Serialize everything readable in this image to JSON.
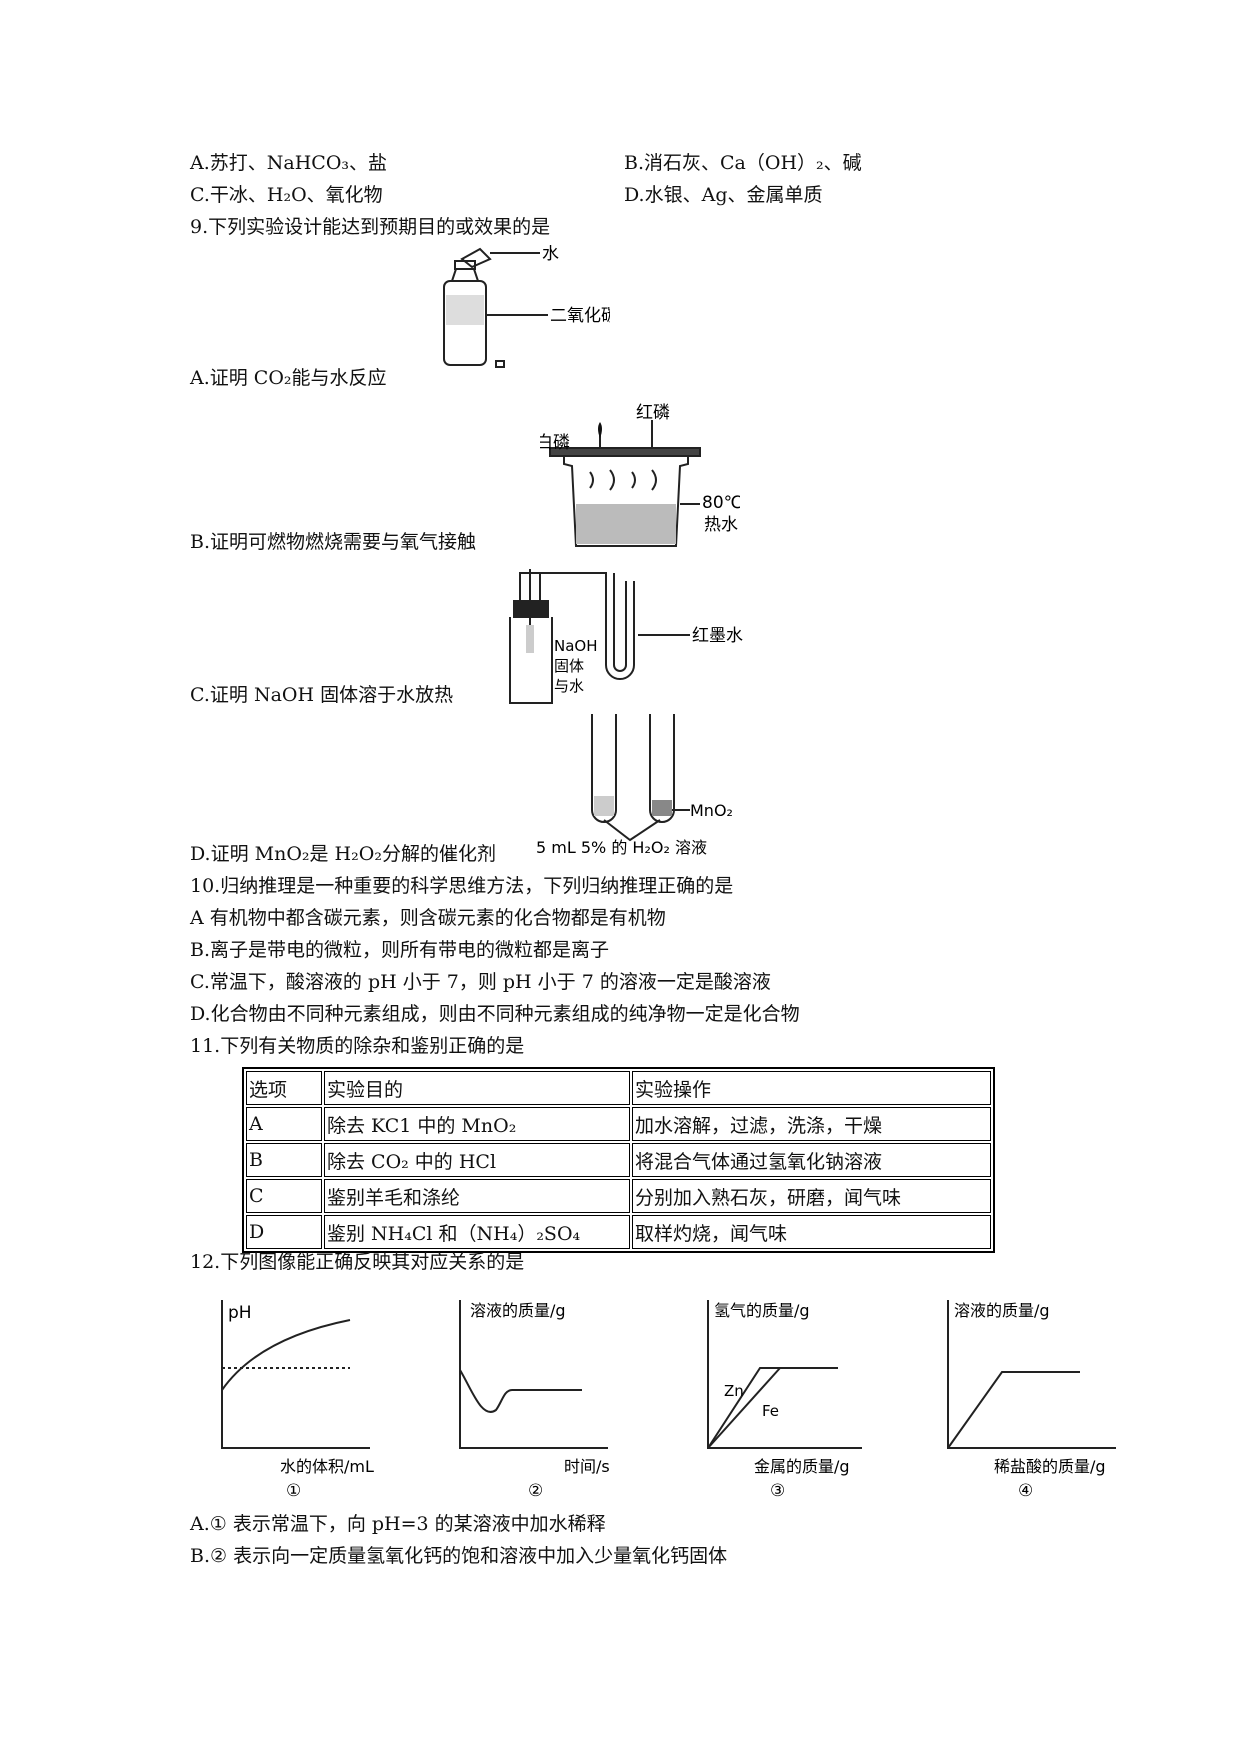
{
  "q8": {
    "a": "A.苏打、NaHCO₃、盐",
    "b": "B.消石灰、Ca（OH）₂、碱",
    "c": "C.干冰、H₂O、氧化物",
    "d": "D.水银、Ag、金属单质"
  },
  "q9": {
    "stem": "9.下列实验设计能达到预期目的或效果的是",
    "a": {
      "text": "A.证明 CO₂能与水反应",
      "labels": [
        "水",
        "二氧化碳"
      ]
    },
    "b": {
      "text": "B.证明可燃物燃烧需要与氧气接触",
      "labels": [
        "红磷",
        "白磷",
        "80℃",
        "热水"
      ]
    },
    "c": {
      "text": "C.证明 NaOH 固体溶于水放热",
      "labels": [
        "NaOH",
        "固体",
        "与水",
        "红墨水"
      ]
    },
    "d": {
      "text": "D.证明 MnO₂是 H₂O₂分解的催化剂",
      "labels": [
        "MnO₂",
        "5 mL 5% 的 H₂O₂ 溶液"
      ]
    }
  },
  "q10": {
    "stem": "10.归纳推理是一种重要的科学思维方法，下列归纳推理正确的是",
    "a": "A 有机物中都含碳元素，则含碳元素的化合物都是有机物",
    "b": "B.离子是带电的微粒，则所有带电的微粒都是离子",
    "c": "C.常温下，酸溶液的 pH 小于 7，则 pH 小于 7 的溶液一定是酸溶液",
    "d": "D.化合物由不同种元素组成，则由不同种元素组成的纯净物一定是化合物"
  },
  "q11": {
    "stem": "11.下列有关物质的除杂和鉴别正确的是",
    "header": [
      "选项",
      "实验目的",
      "实验操作"
    ],
    "rows": [
      [
        "A",
        "除去 KC1 中的 MnO₂",
        "加水溶解，过滤，洗涤，干燥"
      ],
      [
        "B",
        "除去 CO₂ 中的 HCl",
        "将混合气体通过氢氧化钠溶液"
      ],
      [
        "C",
        "鉴别羊毛和涤纶",
        "分别加入熟石灰，研磨，闻气味"
      ],
      [
        "D",
        "鉴别 NH₄Cl 和（NH₄）₂SO₄",
        "取样灼烧，闻气味"
      ]
    ]
  },
  "q12": {
    "stem": "12.下列图像能正确反映其对应关系的是",
    "graphs": [
      {
        "ylabel": "pH",
        "xlabel": "水的体积/mL",
        "num": "①"
      },
      {
        "ylabel": "溶液的质量/g",
        "xlabel": "时间/s",
        "num": "②"
      },
      {
        "ylabel": "氢气的质量/g",
        "xlabel": "金属的质量/g",
        "num": "③",
        "curves": [
          "Zn",
          "Fe"
        ]
      },
      {
        "ylabel": "溶液的质量/g",
        "xlabel": "稀盐酸的质量/g",
        "num": "④"
      }
    ],
    "a": "A.① 表示常温下，向 pH=3 的某溶液中加水稀释",
    "b": "B.② 表示向一定质量氢氧化钙的饱和溶液中加入少量氧化钙固体"
  }
}
